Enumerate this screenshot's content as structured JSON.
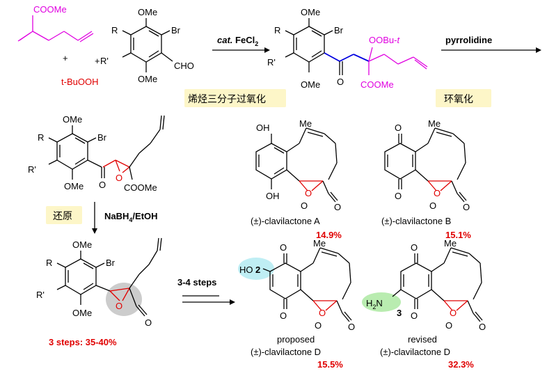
{
  "step1": {
    "reagent_acrylate": "COOMe",
    "plus": "+",
    "reagent_tbhp": "t-BuOOH",
    "aldehyde_ome_top": "OMe",
    "aldehyde_br": "Br",
    "aldehyde_r": "R",
    "aldehyde_rprime": "R'",
    "aldehyde_cho": "CHO",
    "aldehyde_ome_bottom": "OMe",
    "catalyst": "cat. FeCl2",
    "box_label": "烯烃三分子过氧化",
    "product_ooBu": "OOBu-t",
    "product_coome": "COOMe",
    "product_o": "O"
  },
  "step2": {
    "reagent": "pyrrolidine",
    "box_label": "环氧化"
  },
  "epoxide": {
    "ome_top": "OMe",
    "br": "Br",
    "r": "R",
    "rprime": "R'",
    "o_ketone": "O",
    "o_epoxide": "O",
    "coome": "COOMe",
    "ome_bottom": "OMe"
  },
  "step3": {
    "box_label": "还原",
    "reagent": "NaBH4/EtOH"
  },
  "lactone": {
    "ome_top": "OMe",
    "br": "Br",
    "r": "R",
    "rprime": "R'",
    "ome_bottom": "OMe",
    "o_ring": "O",
    "o_carbonyl": "O",
    "yield": "3 steps: 35-40%"
  },
  "step4": {
    "reagent": "3-4 steps"
  },
  "products": [
    {
      "name": "(±)-clavilactone A",
      "yield": "14.9%"
    },
    {
      "name": "(±)-clavilactone B",
      "yield": "15.1%"
    },
    {
      "prefix": "proposed",
      "name": "(±)-clavilactone D",
      "yield": "15.5%",
      "substituent": "HO",
      "position": "2"
    },
    {
      "prefix": "revised",
      "name": "(±)-clavilactone D",
      "yield": "32.3%",
      "substituent": "H2N",
      "position": "3"
    }
  ],
  "atoms": {
    "me": "Me",
    "oh": "OH",
    "o": "O"
  }
}
